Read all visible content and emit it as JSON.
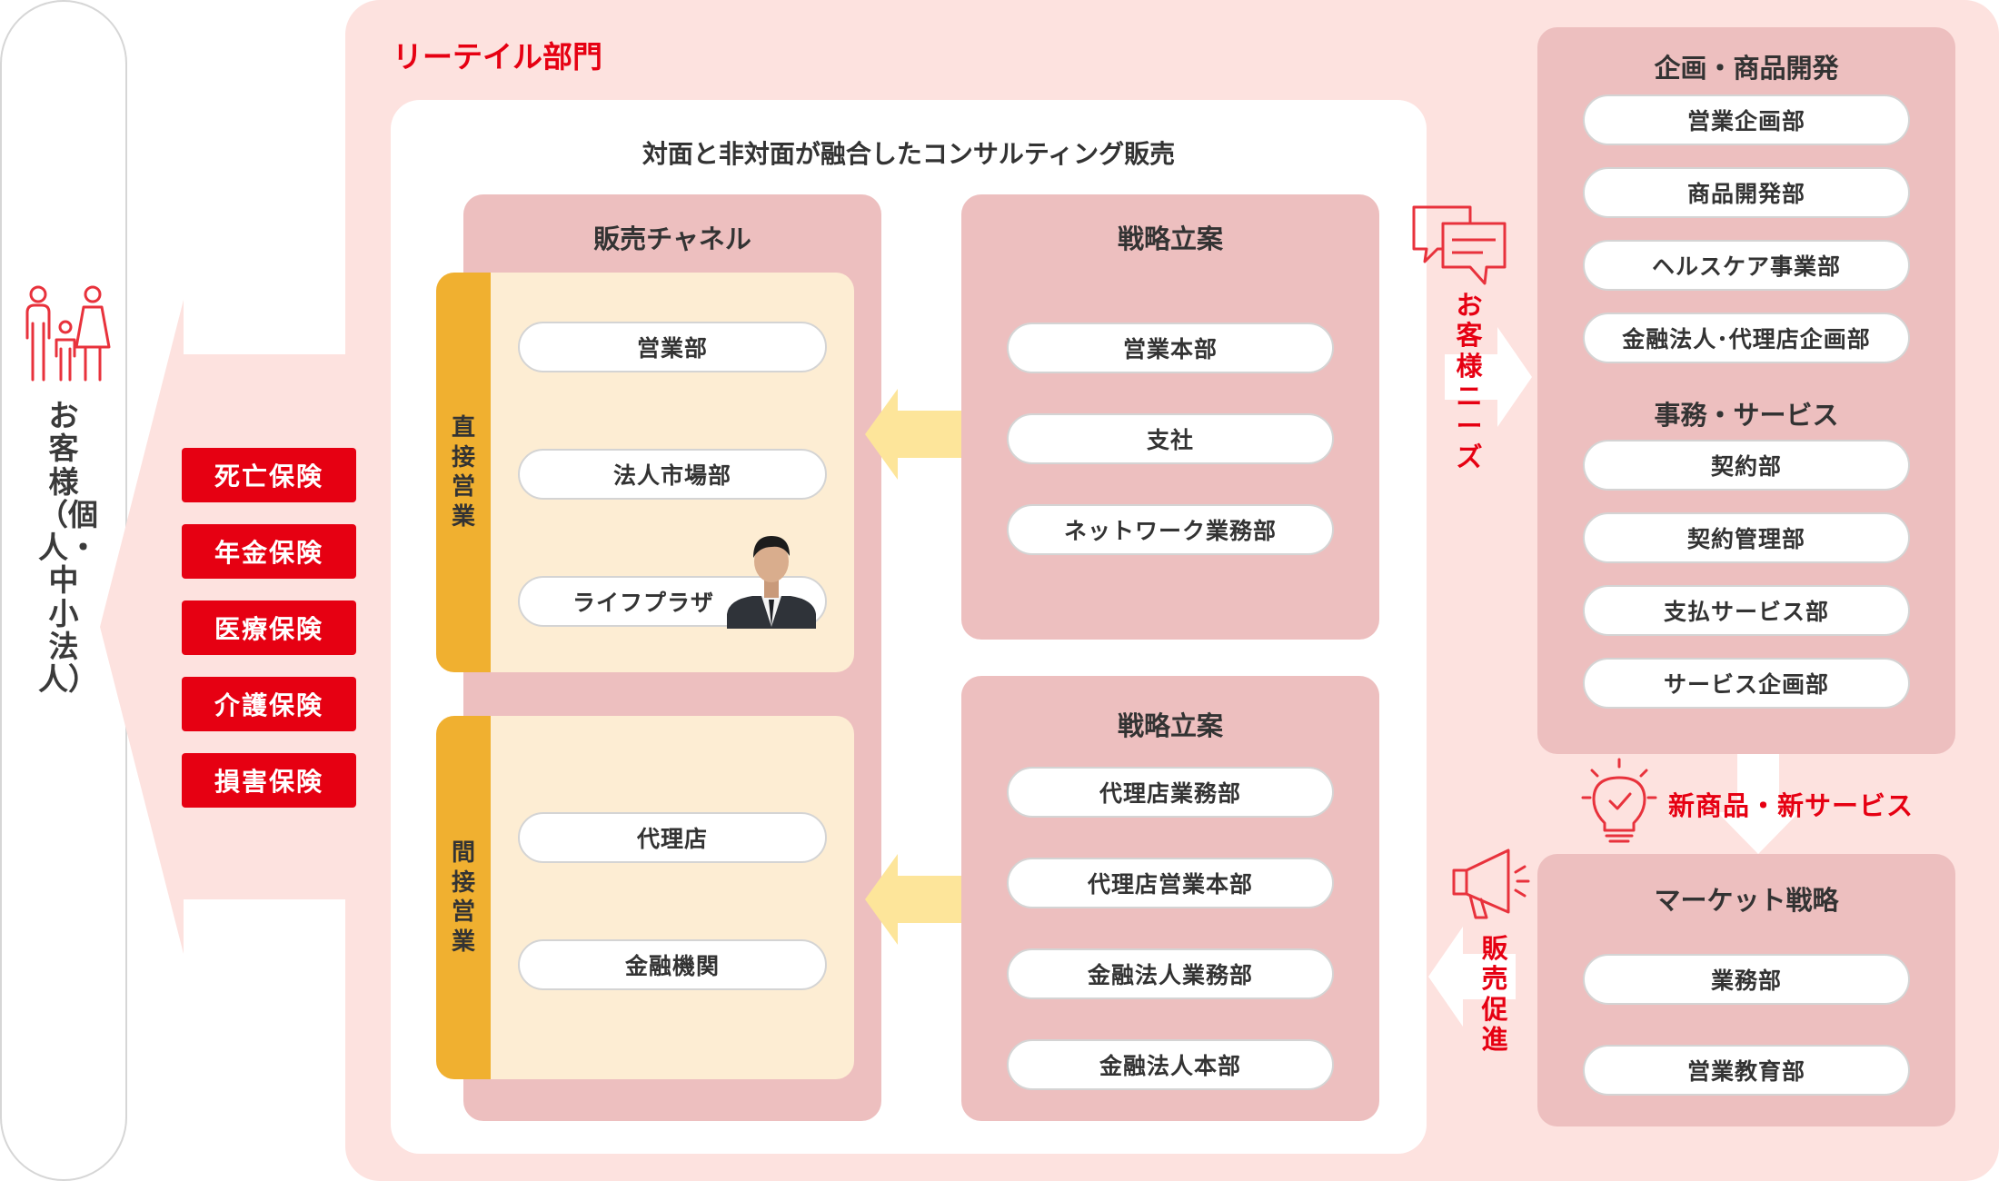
{
  "customer": {
    "label": "お客様（個人・中小法人）",
    "icon": "family-icon"
  },
  "products": [
    "死亡保険",
    "年金保険",
    "医療保険",
    "介護保険",
    "損害保険"
  ],
  "retail": {
    "title": "リーテイル部門",
    "consulting_title": "対面と非対面が融合したコンサルティング販売",
    "sales_channel": {
      "title": "販売チャネル",
      "direct": {
        "label": "直接営業",
        "items": [
          "営業部",
          "法人市場部",
          "ライフプラザ"
        ]
      },
      "indirect": {
        "label": "間接営業",
        "items": [
          "代理店",
          "金融機関"
        ]
      }
    },
    "strategy_top": {
      "title": "戦略立案",
      "items": [
        "営業本部",
        "支社",
        "ネットワーク業務部"
      ]
    },
    "strategy_bottom": {
      "title": "戦略立案",
      "items": [
        "代理店業務部",
        "代理店営業本部",
        "金融法人業務部",
        "金融法人本部"
      ]
    }
  },
  "planning": {
    "title": "企画・商品開発",
    "items": [
      "営業企画部",
      "商品開発部",
      "ヘルスケア事業部",
      "金融法人･代理店企画部"
    ],
    "services_title": "事務・サービス",
    "services_items": [
      "契約部",
      "契約管理部",
      "支払サービス部",
      "サービス企画部"
    ]
  },
  "market": {
    "title": "マーケット戦略",
    "items": [
      "業務部",
      "営業教育部"
    ]
  },
  "flows": {
    "customer_needs": "お客様ニーズ",
    "new_products": "新商品・新サービス",
    "sales_promotion": "販売促進"
  },
  "colors": {
    "accent_red": "#e60012",
    "panel_pink": "#fde2df",
    "box_pink": "#edbfbf",
    "cream": "#fdedd3",
    "orange": "#f0b030",
    "arrow_yellow": "#fde59a"
  }
}
